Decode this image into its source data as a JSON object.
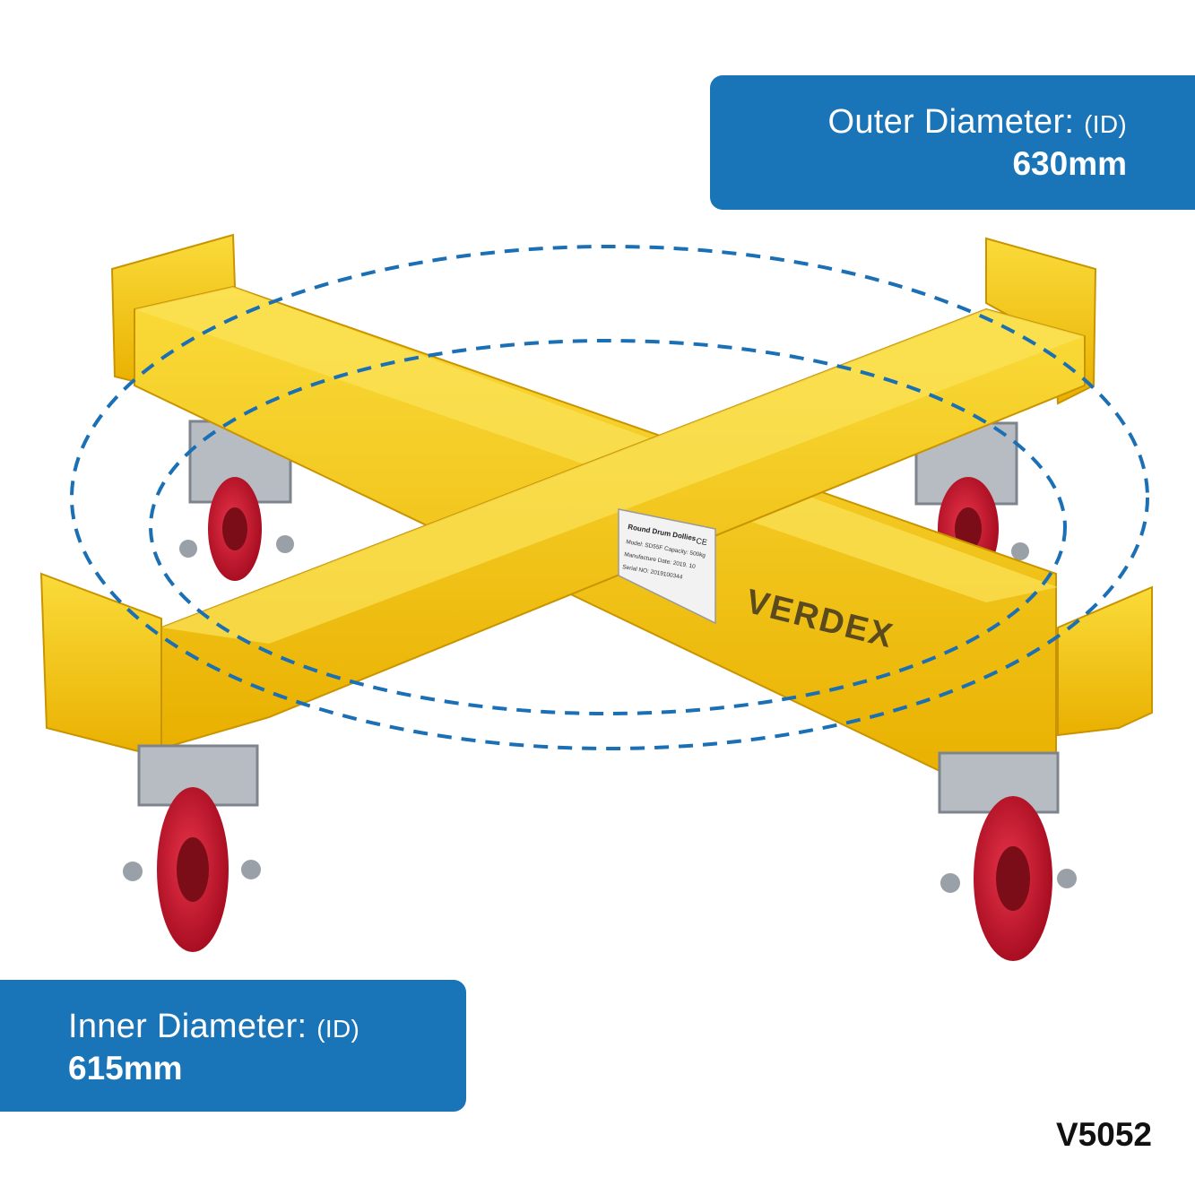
{
  "outer": {
    "label": "Outer Diameter:",
    "unit": "(ID)",
    "value": "630mm"
  },
  "inner": {
    "label": "Inner Diameter:",
    "unit": "(ID)",
    "value": "615mm"
  },
  "sku": "V5052",
  "product_label": {
    "title": "Round Drum Dollies",
    "mark": "CE",
    "model": "Model: SD55F Capacity: 500kg",
    "date": "Manufacture Date: 2019. 10",
    "serial": "Serial NO: 2019100344"
  },
  "brand": "VERDEX",
  "colors": {
    "panel": "#1a74b8",
    "frame": "#f6c40e",
    "wheel": "#c8102e",
    "dash": "#1a6fb5"
  }
}
